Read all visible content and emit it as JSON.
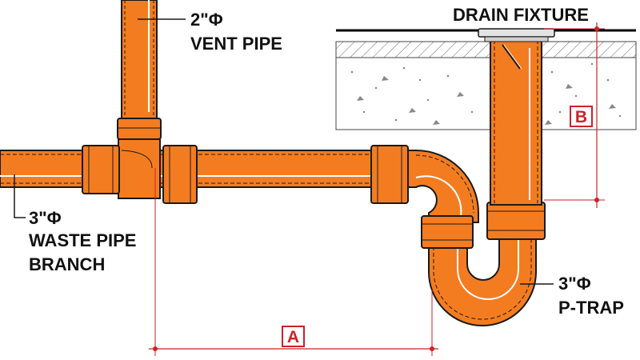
{
  "labels": {
    "drain_fixture": "DRAIN FIXTURE",
    "vent_size": "2\"Φ",
    "vent_name": "VENT PIPE",
    "waste_size": "3\"Φ",
    "waste_line1": "WASTE PIPE",
    "waste_line2": "BRANCH",
    "trap_size": "3\"Φ",
    "trap_name": "P-TRAP"
  },
  "dimensions": {
    "a": "A",
    "b": "B"
  },
  "colors": {
    "pipe": "#f47c20",
    "pipe_outline": "#1a1a1a",
    "highlight": "#ffffff",
    "dimension": "#cc2229",
    "hatch": "#666666"
  }
}
